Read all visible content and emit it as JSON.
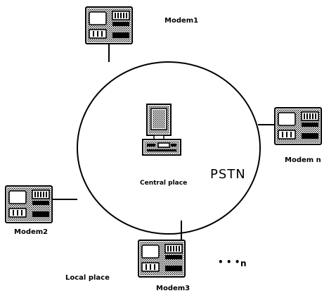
{
  "network": {
    "label": "PSTN"
  },
  "central": {
    "label": "Central place",
    "icon": "computer-icon"
  },
  "modems": [
    {
      "id": "modem1",
      "label": "Modem1",
      "icon": "modem-icon"
    },
    {
      "id": "modemN",
      "label": "Modem n",
      "icon": "modem-icon"
    },
    {
      "id": "modem2",
      "label": "Modem2",
      "icon": "modem-icon"
    },
    {
      "id": "modem3",
      "label": "Modem3",
      "icon": "modem-icon"
    }
  ],
  "ellipsis": {
    "dots": "• • •",
    "n": "n"
  },
  "local": {
    "label": "Local place"
  }
}
